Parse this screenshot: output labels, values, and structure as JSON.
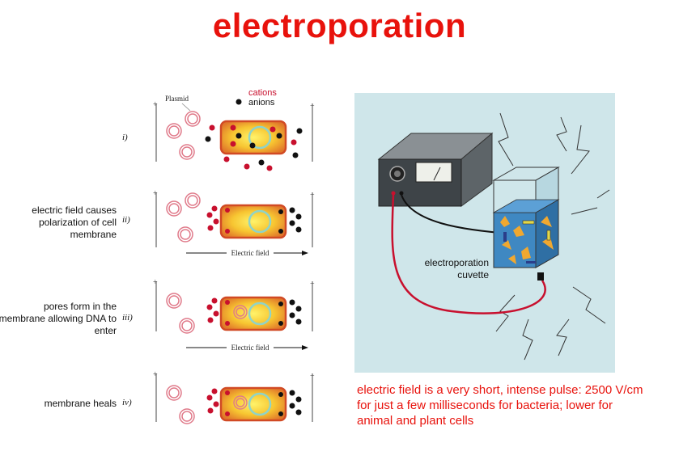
{
  "title": "electroporation",
  "legend": {
    "plasmid": "Plasmid",
    "cations": "cations",
    "anions": "anions"
  },
  "steps": [
    {
      "numeral": "i)",
      "description": ""
    },
    {
      "numeral": "ii)",
      "description": "electric field causes polarization of cell membrane"
    },
    {
      "numeral": "iii)",
      "description": "pores form in the membrane allowing DNA to enter"
    },
    {
      "numeral": "iv)",
      "description": "membrane heals"
    }
  ],
  "field_label": "Electric field",
  "cuvette_label": "electroporation cuvette",
  "caption": "electric field is a very short, intense pulse: 2500 V/cm for just a few milliseconds for bacteria; lower for animal and plant cells",
  "colors": {
    "title": "#e8120c",
    "caption": "#e8120c",
    "cation": "#c8102e",
    "anion": "#111111",
    "photo_bg": "#cfe6ea"
  }
}
